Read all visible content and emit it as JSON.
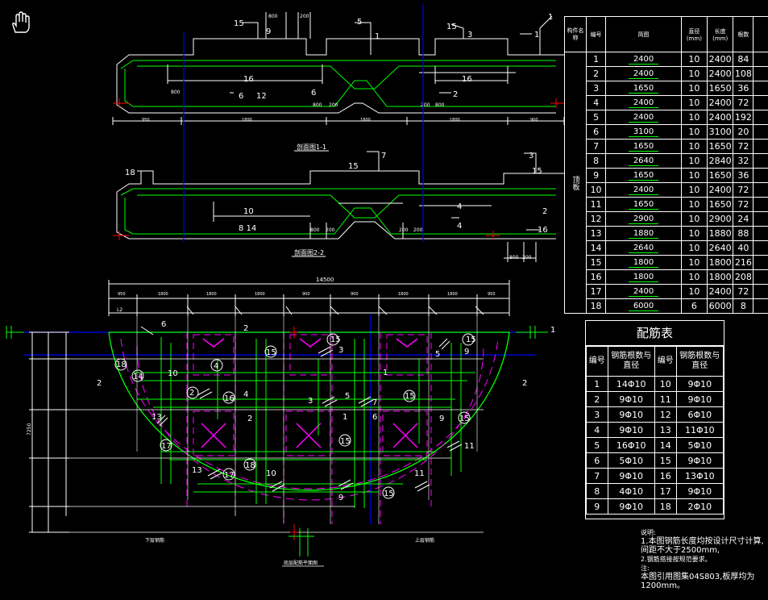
{
  "section_labels": {
    "section1": "剖面图1-1",
    "section2": "剖面图2-2",
    "plan": "底层配筋平面图",
    "lower_bar": "下层钢筋",
    "upper_bar": "上层钢筋"
  },
  "dim_labels": {
    "total": "14500",
    "seg_a": "950",
    "seg_b": "1800",
    "seg_c": "900",
    "seg_d": "800",
    "seg_e": "200",
    "v_total": "7250",
    "tick": "L2"
  },
  "callouts_top": [
    "15",
    "9",
    "800",
    "200",
    "5",
    "1",
    "15",
    "3",
    "1",
    "16",
    "6",
    "12",
    "6",
    "2",
    "16"
  ],
  "callouts_mid": [
    "7",
    "18",
    "15",
    "3",
    "15",
    "10",
    "8 14",
    "4",
    "4",
    "2",
    "16"
  ],
  "plan_marks": [
    "1",
    "1",
    "2",
    "2",
    "6",
    "2",
    "15",
    "3",
    "18",
    "4",
    "14",
    "10",
    "2",
    "16",
    "4",
    "3",
    "5",
    "7",
    "17",
    "13",
    "2",
    "6",
    "15",
    "1",
    "9",
    "11",
    "13",
    "17",
    "18",
    "10",
    "15",
    "11",
    "9",
    "5",
    "9",
    "15"
  ],
  "rebar_table": {
    "headers": [
      "构件名称",
      "编号",
      "简图",
      "直径(mm)",
      "长度(mm)",
      "根数"
    ],
    "group_label": "顶板",
    "rows": [
      [
        "1",
        "2400",
        "10",
        "2400",
        "84"
      ],
      [
        "2",
        "2400",
        "10",
        "2400",
        "108"
      ],
      [
        "3",
        "1650",
        "10",
        "1650",
        "36"
      ],
      [
        "4",
        "2400",
        "10",
        "2400",
        "72"
      ],
      [
        "5",
        "2400",
        "10",
        "2400",
        "192"
      ],
      [
        "6",
        "3100",
        "10",
        "3100",
        "20"
      ],
      [
        "7",
        "1650",
        "10",
        "1650",
        "72"
      ],
      [
        "8",
        "2640",
        "10",
        "2840",
        "32"
      ],
      [
        "9",
        "1650",
        "10",
        "1650",
        "36"
      ],
      [
        "10",
        "2400",
        "10",
        "2400",
        "72"
      ],
      [
        "11",
        "1650",
        "10",
        "1650",
        "72"
      ],
      [
        "12",
        "2900",
        "10",
        "2900",
        "24"
      ],
      [
        "13",
        "1880",
        "10",
        "1880",
        "88"
      ],
      [
        "14",
        "2640",
        "10",
        "2640",
        "40"
      ],
      [
        "15",
        "1800",
        "10",
        "1800",
        "216"
      ],
      [
        "16",
        "1800",
        "10",
        "1800",
        "208"
      ],
      [
        "17",
        "2400",
        "10",
        "2400",
        "72"
      ],
      [
        "18",
        "6000",
        "6",
        "6000",
        "8"
      ]
    ]
  },
  "config_table": {
    "title": "配筋表",
    "headers": [
      "编号",
      "钢筋根数与直径",
      "编号",
      "钢筋根数与直径"
    ],
    "rows": [
      [
        "1",
        "14Φ10",
        "10",
        "9Φ10"
      ],
      [
        "2",
        "9Φ10",
        "11",
        "9Φ10"
      ],
      [
        "3",
        "9Φ10",
        "12",
        "6Φ10"
      ],
      [
        "4",
        "9Φ10",
        "13",
        "11Φ10"
      ],
      [
        "5",
        "16Φ10",
        "14",
        "5Φ10"
      ],
      [
        "6",
        "5Φ10",
        "15",
        "9Φ10"
      ],
      [
        "7",
        "9Φ10",
        "16",
        "13Φ10"
      ],
      [
        "8",
        "4Φ10",
        "17",
        "9Φ10"
      ],
      [
        "9",
        "9Φ10",
        "18",
        "2Φ10"
      ]
    ]
  },
  "notes": {
    "title": "说明:",
    "line1": "1.本图钢筋长度均按设计尺寸计算,间距不大于2500mm,",
    "line2": "2.钢筋搭接按规范要求。",
    "line3": "注:",
    "line4": "本图引用图集04S803,板厚均为1200mm。"
  },
  "icons": {
    "cursor": "hand-cursor-icon"
  }
}
